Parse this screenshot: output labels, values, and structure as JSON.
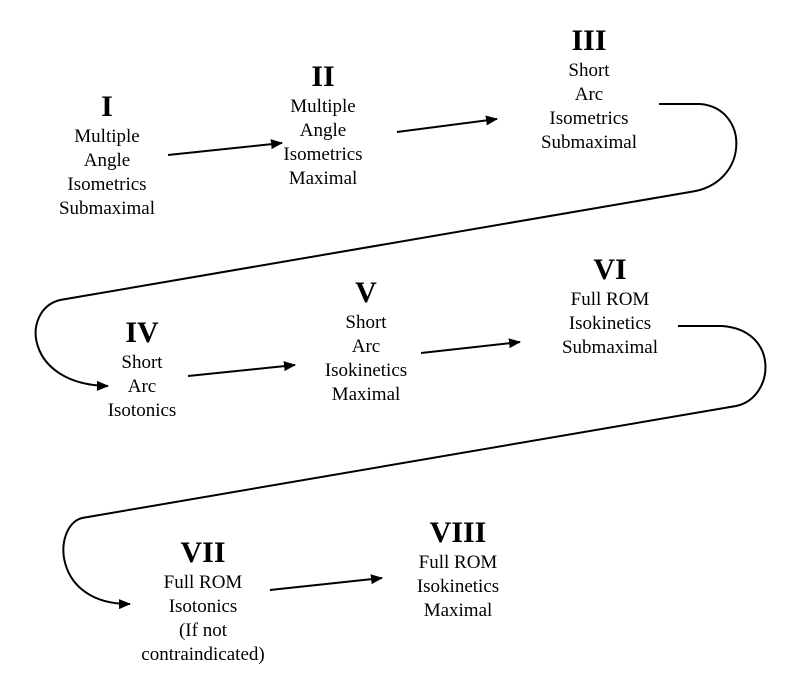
{
  "stages": [
    {
      "id": "n1",
      "numeral": "I",
      "lines": [
        "Multiple",
        "Angle",
        "Isometrics",
        "Submaximal"
      ]
    },
    {
      "id": "n2",
      "numeral": "II",
      "lines": [
        "Multiple",
        "Angle",
        "Isometrics",
        "Maximal"
      ]
    },
    {
      "id": "n3",
      "numeral": "III",
      "lines": [
        "Short",
        "Arc",
        "Isometrics",
        "Submaximal"
      ]
    },
    {
      "id": "n4",
      "numeral": "IV",
      "lines": [
        "Short",
        "Arc",
        "Isotonics"
      ]
    },
    {
      "id": "n5",
      "numeral": "V",
      "lines": [
        "Short",
        "Arc",
        "Isokinetics",
        "Maximal"
      ]
    },
    {
      "id": "n6",
      "numeral": "VI",
      "lines": [
        "Full ROM",
        "Isokinetics",
        "Submaximal"
      ]
    },
    {
      "id": "n7",
      "numeral": "VII",
      "lines": [
        "Full ROM",
        "Isotonics",
        "(If not",
        "contraindicated)"
      ]
    },
    {
      "id": "n8",
      "numeral": "VIII",
      "lines": [
        "Full ROM",
        "Isokinetics",
        "Maximal"
      ]
    }
  ],
  "colors": {
    "ink": "#000000",
    "background": "#ffffff"
  }
}
